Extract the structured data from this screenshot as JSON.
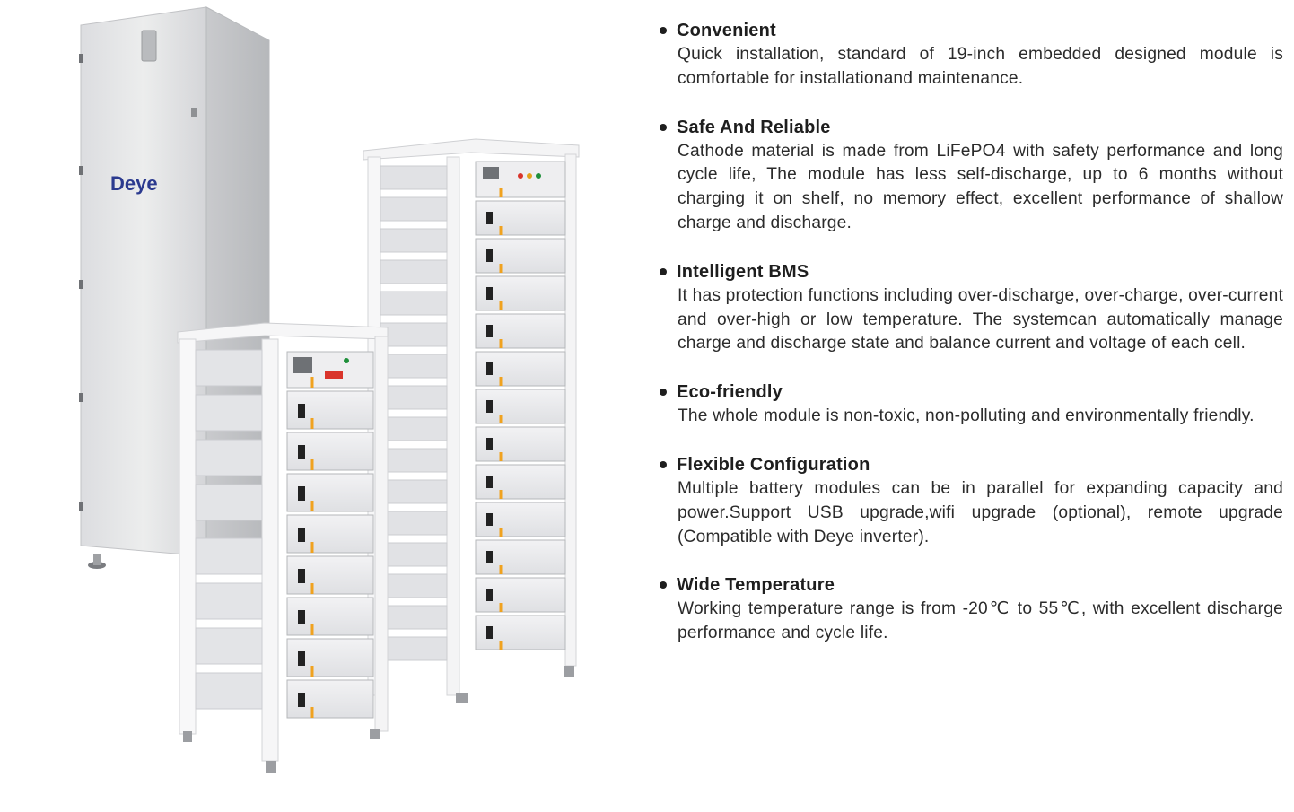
{
  "product": {
    "brand": "Deye",
    "image_alt": "Deye battery cabinet and rack-mounted battery modules"
  },
  "features": [
    {
      "title": "Convenient",
      "body": "Quick installation, standard of 19-inch embedded designed module is comfortable for installationand maintenance."
    },
    {
      "title": "Safe And Reliable",
      "body": "Cathode material is made from LiFePO4 with safety performance and long cycle life, The module has less self-discharge, up to 6 months without charging it on shelf, no memory effect, excellent performance of shallow charge and discharge."
    },
    {
      "title": "Intelligent BMS",
      "body": "It has protection functions including over-discharge, over-charge, over-current and over-high or low temperature. The systemcan automatically manage charge and discharge state and balance current and voltage of each cell."
    },
    {
      "title": "Eco-friendly",
      "body": "The whole module is non-toxic, non-polluting and environmentally friendly."
    },
    {
      "title": "Flexible Configuration",
      "body": "Multiple battery modules can be in parallel for expanding capacity and power.Support USB upgrade,wifi upgrade (optional), remote upgrade (Compatible with Deye inverter)."
    },
    {
      "title": "Wide Temperature",
      "body": "Working temperature range is from -20℃ to 55℃, with excellent discharge performance and cycle life."
    }
  ]
}
